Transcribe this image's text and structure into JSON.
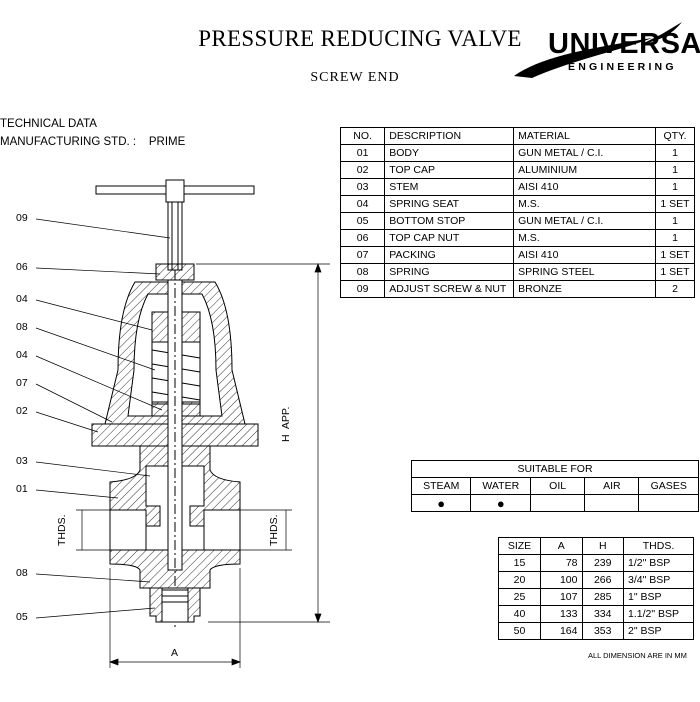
{
  "header": {
    "title": "PRESSURE REDUCING VALVE",
    "subtitle": "SCREW END",
    "logo_main": "UNIVERSAL",
    "logo_sub": "ENGINEERING"
  },
  "tech": {
    "technical_data": "TECHNICAL DATA",
    "manufacturing_std": "MANUFACTURING STD. :    PRIME"
  },
  "parts_table": {
    "headers": [
      "NO.",
      "DESCRIPTION",
      "MATERIAL",
      "QTY."
    ],
    "rows": [
      [
        "01",
        "BODY",
        "GUN METAL / C.I.",
        "1"
      ],
      [
        "02",
        "TOP CAP",
        "ALUMINIUM",
        "1"
      ],
      [
        "03",
        "STEM",
        "AISI 410",
        "1"
      ],
      [
        "04",
        "SPRING SEAT",
        "M.S.",
        "1 SET"
      ],
      [
        "05",
        "BOTTOM STOP",
        "GUN METAL / C.I.",
        "1"
      ],
      [
        "06",
        "TOP CAP NUT",
        "M.S.",
        "1"
      ],
      [
        "07",
        "PACKING",
        "AISI 410",
        "1 SET"
      ],
      [
        "08",
        "SPRING",
        "SPRING STEEL",
        "1 SET"
      ],
      [
        "09",
        "ADJUST SCREW & NUT",
        "BRONZE",
        "2"
      ]
    ]
  },
  "suitable": {
    "title": "SUITABLE FOR",
    "headers": [
      "STEAM",
      "WATER",
      "OIL",
      "AIR",
      "GASES"
    ],
    "marks": [
      "●",
      "●",
      "",
      "",
      ""
    ]
  },
  "size_table": {
    "headers": [
      "SIZE",
      "A",
      "H",
      "THDS."
    ],
    "rows": [
      [
        "15",
        "78",
        "239",
        "1/2\" BSP"
      ],
      [
        "20",
        "100",
        "266",
        "3/4\" BSP"
      ],
      [
        "25",
        "107",
        "285",
        "1\" BSP"
      ],
      [
        "40",
        "133",
        "334",
        "1.1/2\" BSP"
      ],
      [
        "50",
        "164",
        "353",
        "2\" BSP"
      ]
    ],
    "note": "ALL DIMENSION ARE IN MM"
  },
  "drawing": {
    "callouts": [
      "09",
      "06",
      "04",
      "08",
      "04",
      "07",
      "02",
      "03",
      "01",
      "08",
      "05"
    ],
    "dim_a": "A",
    "dim_h": "H  APP.",
    "dim_thds": "THDS."
  }
}
